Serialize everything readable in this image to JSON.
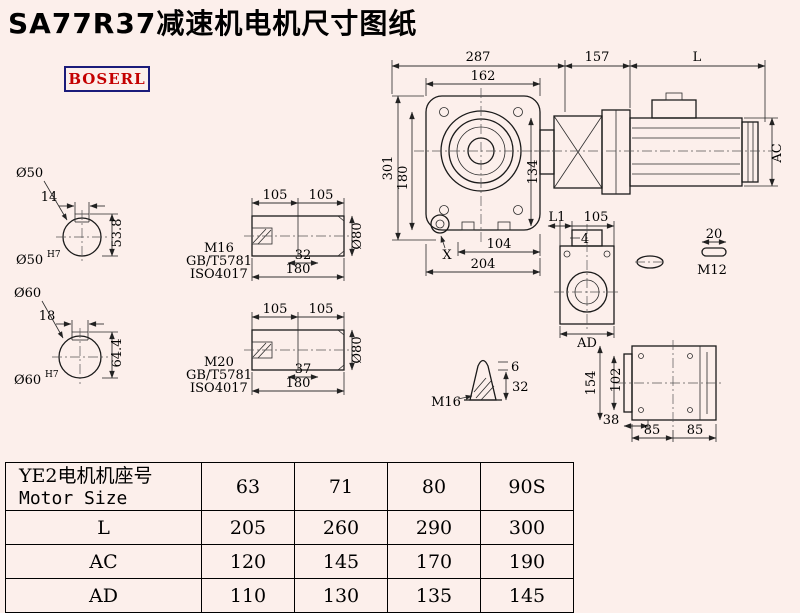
{
  "page": {
    "title": "SA77R37减速机电机尺寸图纸",
    "logo": "BOSERL"
  },
  "colors": {
    "background": "#fcefeb",
    "line": "#1a1a1a",
    "logo_border": "#1b1b7a",
    "logo_text": "#c40000"
  },
  "main_view": {
    "d287": "287",
    "d162": "162",
    "d157": "157",
    "dL": "L",
    "d301": "301",
    "d180": "180",
    "d134": "134",
    "dAC": "AC",
    "dX": "X",
    "d104": "104",
    "d204": "204"
  },
  "shaft50": {
    "dia_top": "Ø50",
    "key_w": "14",
    "key_h": "53.8",
    "dia_bottom": "Ø50",
    "tol": "H7"
  },
  "shaft60": {
    "dia_top": "Ø60",
    "key_w": "18",
    "key_h": "64.4",
    "dia_bottom": "Ø60",
    "tol": "H7"
  },
  "shaft_a": {
    "d105a": "105",
    "d105b": "105",
    "thread": "M16",
    "std1": "GB/T5781",
    "std2": "ISO4017",
    "depth": "32",
    "len": "180",
    "dia": "Ø80"
  },
  "shaft_b": {
    "d105a": "105",
    "d105b": "105",
    "thread": "M20",
    "std1": "GB/T5781",
    "std2": "ISO4017",
    "depth": "37",
    "len": "180",
    "dia": "Ø80"
  },
  "side_view": {
    "dL1": "L1",
    "d105": "105",
    "d4": "4",
    "d20": "20",
    "thread": "M12",
    "dAD": "AD"
  },
  "plug_view": {
    "d6": "6",
    "d32": "32",
    "thread": "M16"
  },
  "bottom_view": {
    "d154": "154",
    "d102": "102",
    "d38": "38",
    "d85a": "85",
    "d85b": "85"
  },
  "table": {
    "header_cn": "YE2电机机座号",
    "header_en": "Motor Size",
    "sizes": [
      "63",
      "71",
      "80",
      "90S"
    ],
    "rows": [
      {
        "label": "L",
        "values": [
          "205",
          "260",
          "290",
          "300"
        ]
      },
      {
        "label": "AC",
        "values": [
          "120",
          "145",
          "170",
          "190"
        ]
      },
      {
        "label": "AD",
        "values": [
          "110",
          "130",
          "135",
          "145"
        ]
      }
    ]
  }
}
